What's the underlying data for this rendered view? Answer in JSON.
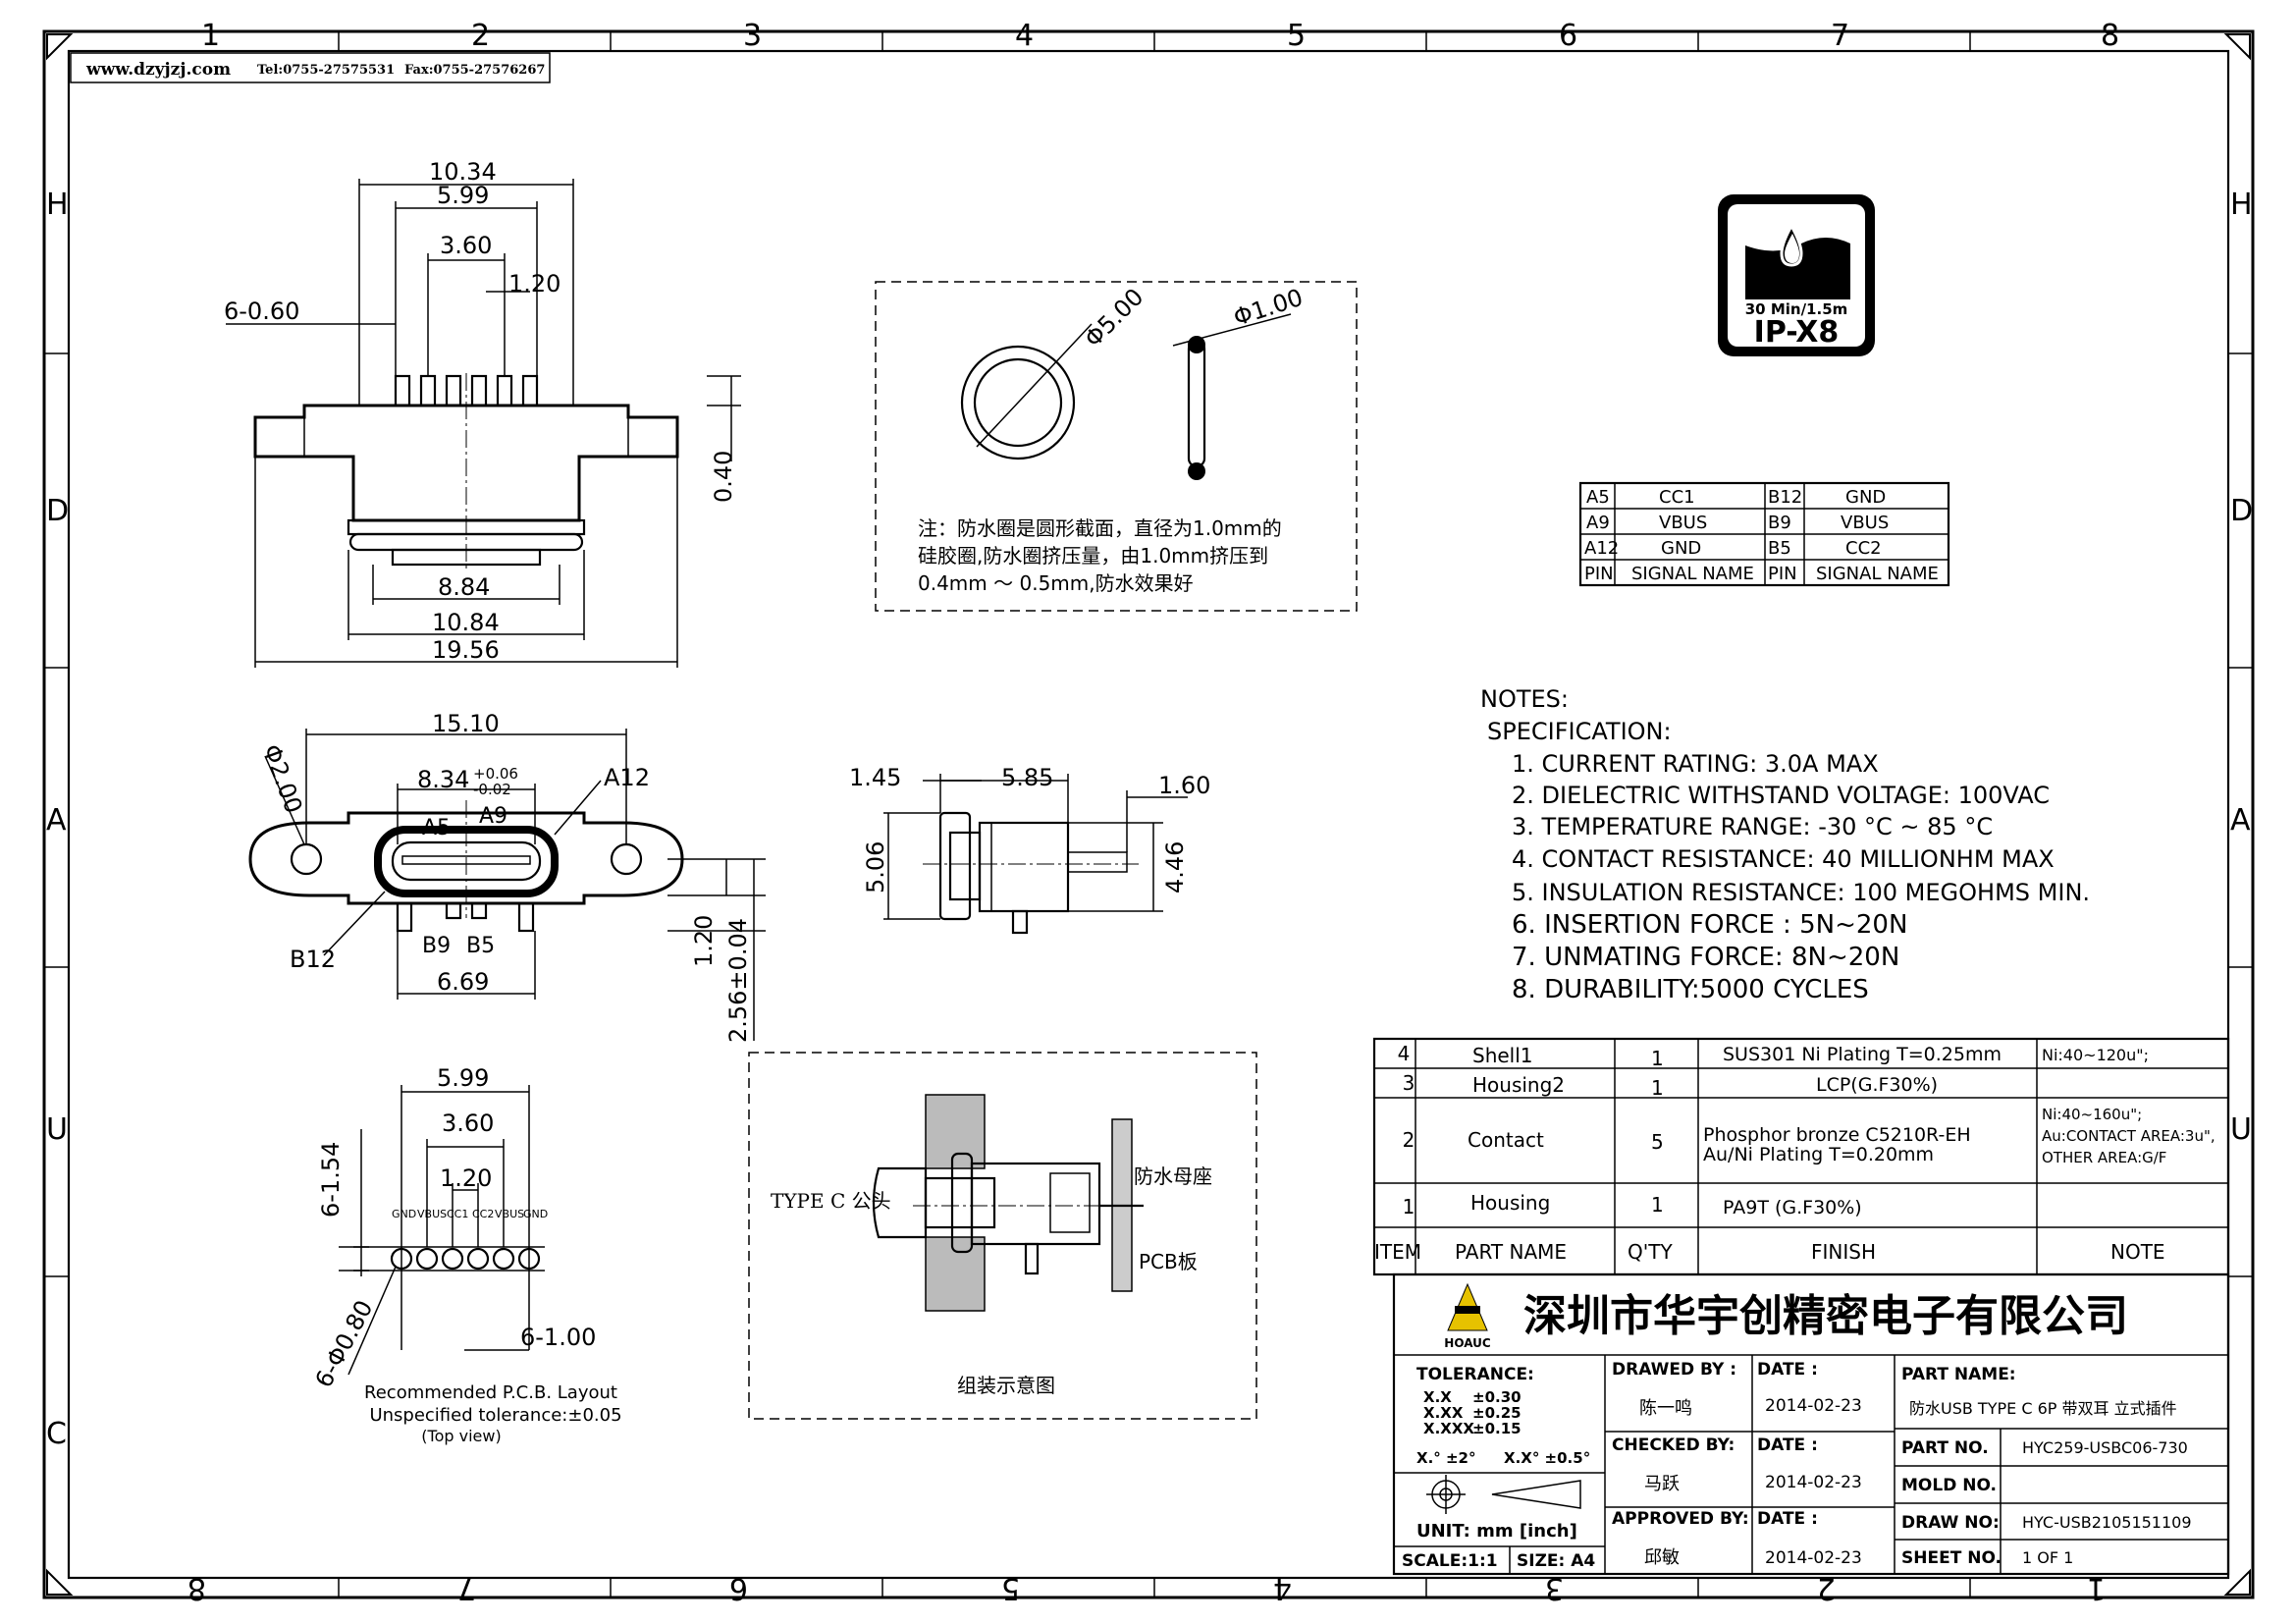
{
  "border": {
    "columns_top": [
      "1",
      "2",
      "3",
      "4",
      "5",
      "6",
      "7",
      "8"
    ],
    "columns_bottom": [
      "8",
      "7",
      "6",
      "5",
      "4",
      "3",
      "2",
      "1"
    ],
    "rows_left": [
      "H",
      "D",
      "A",
      "U",
      "C"
    ],
    "rows_right": [
      "H",
      "D",
      "A",
      "U"
    ]
  },
  "header": {
    "website": "www.dzyjzj.com",
    "phone": "Tel:0755-27575531",
    "fax": "Fax:0755-27576267"
  },
  "top_view": {
    "dims": [
      "10.34",
      "5.99",
      "3.60",
      "1.20",
      "6-0.60",
      "0.40",
      "8.84",
      "10.84",
      "19.56"
    ]
  },
  "front_view": {
    "dims": [
      "15.10",
      "8.34",
      "+0.06",
      "-0.02",
      "A12",
      "A5",
      "A9",
      "B12",
      "B9",
      "B5",
      "6.69",
      "1.20",
      "2.56±0.04"
    ],
    "hole_label": "Φ2.00"
  },
  "pcb_layout": {
    "dims": [
      "5.99",
      "3.60",
      "1.20",
      "6-1.54",
      "6-Φ0.80",
      "6-1.00"
    ],
    "pin_names": [
      "GND",
      "VBUS",
      "CC1",
      "CC2",
      "VBUS",
      "GND"
    ],
    "caption_lines": [
      "Recommended P.C.B. Layout",
      "Unspecified tolerance:±0.05",
      "(Top view)"
    ]
  },
  "seal_detail": {
    "dims": [
      "Φ5.00",
      "Φ1.00"
    ],
    "note_lines": [
      "注：防水圈是圆形截面，直径为1.0mm的",
      "硅胶圈,防水圈挤压量，由1.0mm挤压到",
      "0.4mm ～ 0.5mm,防水效果好"
    ]
  },
  "side_view": {
    "dims": [
      "1.45",
      "5.85",
      "1.60",
      "5.06",
      "4.46"
    ]
  },
  "assembly": {
    "labels": [
      "TYPE C 公头",
      "防水母座",
      "PCB板"
    ],
    "caption": "组装示意图"
  },
  "ip_badge": {
    "line1": "30 Min/1.5m",
    "line2": "IP-X8"
  },
  "pin_table": {
    "rows": [
      [
        "A5",
        "CC1",
        "B12",
        "GND"
      ],
      [
        "A9",
        "VBUS",
        "B9",
        "VBUS"
      ],
      [
        "A12",
        "GND",
        "B5",
        "CC2"
      ],
      [
        "PIN",
        "SIGNAL NAME",
        "PIN",
        "SIGNAL NAME"
      ]
    ]
  },
  "notes": {
    "heading": "NOTES:",
    "subheading": "SPECIFICATION:",
    "items": [
      "1. CURRENT RATING: 3.0A MAX",
      "2. DIELECTRIC WITHSTAND VOLTAGE: 100VAC",
      "3. TEMPERATURE RANGE: -30 °C ~ 85 °C",
      "4. CONTACT RESISTANCE: 40 MILLIONHM MAX",
      "5. INSULATION RESISTANCE: 100 MEGOHMS MIN.",
      "6. INSERTION FORCE : 5N~20N",
      "7. UNMATING FORCE: 8N~20N",
      "8. DURABILITY:5000 CYCLES"
    ]
  },
  "bom": {
    "rows": [
      {
        "item": "4",
        "name": "Shell1",
        "qty": "1",
        "finish": [
          "SUS301 Ni Plating T=0.25mm"
        ],
        "note": [
          "Ni:40~120u\";"
        ]
      },
      {
        "item": "3",
        "name": "Housing2",
        "qty": "1",
        "finish": [
          "LCP(G.F30%)"
        ],
        "note": []
      },
      {
        "item": "2",
        "name": "Contact",
        "qty": "5",
        "finish": [
          "Phosphor bronze C5210R-EH",
          "Au/Ni Plating T=0.20mm"
        ],
        "note": [
          "Ni:40~160u\";",
          "Au:CONTACT AREA:3u\",",
          "OTHER AREA:G/F"
        ]
      },
      {
        "item": "1",
        "name": "Housing",
        "qty": "1",
        "finish": [
          "PA9T (G.F30%)"
        ],
        "note": []
      }
    ],
    "header": {
      "item": "ITEM",
      "name": "PART NAME",
      "qty": "Q'TY",
      "finish": "FINISH",
      "note": "NOTE"
    }
  },
  "title_block": {
    "company": "深圳市华宇创精密电子有限公司",
    "logo_text": "HOAUC",
    "tolerance_label": "TOLERANCE:",
    "tolerances": [
      [
        "X.X",
        "±0.30"
      ],
      [
        "X.XX",
        "±0.25"
      ],
      [
        "X.XXX",
        "±0.15"
      ]
    ],
    "angle_tol": [
      "X.° ±2°",
      "X.X° ±0.5°"
    ],
    "unit": "UNIT: mm [inch]",
    "scale": "SCALE:1:1",
    "size": "SIZE: A4",
    "drawn_by_label": "DRAWED BY :",
    "drawn_by": "陈一鸣",
    "checked_by_label": "CHECKED BY:",
    "checked_by": "马跃",
    "approved_by_label": "APPROVED BY:",
    "approved_by": "邱敏",
    "date_label": "DATE :",
    "dates": [
      "2014-02-23",
      "2014-02-23",
      "2014-02-23"
    ],
    "part_name_label": "PART NAME:",
    "part_name": "防水USB TYPE C 6P 带双耳 立式插件",
    "part_no_label": "PART NO.",
    "part_no": "HYC259-USBC06-730",
    "mold_no_label": "MOLD NO.",
    "mold_no": "",
    "draw_no_label": "DRAW NO:",
    "draw_no": "HYC-USB2105151109",
    "sheet_no_label": "SHEET NO.",
    "sheet_no": "1 OF 1"
  }
}
